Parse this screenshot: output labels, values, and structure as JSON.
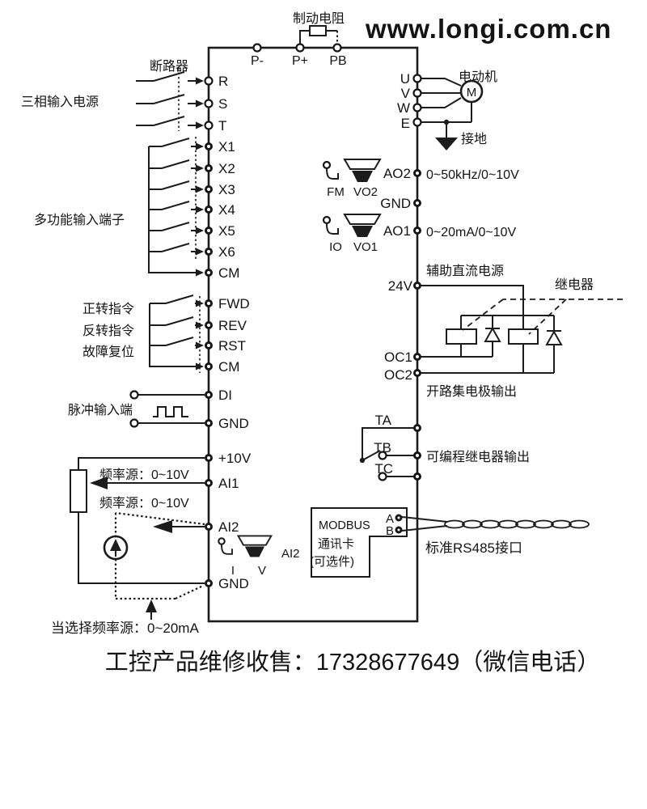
{
  "brake": {
    "label": "制动电阻",
    "p_minus": "P-",
    "p_plus": "P+",
    "pb": "PB"
  },
  "site": {
    "url": "www.longi.com.cn"
  },
  "input": {
    "breaker": "断路器",
    "source": "三相输入电源",
    "r": "R",
    "s": "S",
    "t": "T"
  },
  "multi": {
    "label": "多功能输入端子",
    "x1": "X1",
    "x2": "X2",
    "x3": "X3",
    "x4": "X4",
    "x5": "X5",
    "x6": "X6",
    "cm": "CM"
  },
  "cmd": {
    "fwd_label": "正转指令",
    "rev_label": "反转指令",
    "rst_label": "故障复位",
    "fwd": "FWD",
    "rev": "REV",
    "rst": "RST",
    "cm": "CM"
  },
  "pulse": {
    "label": "脉冲输入端",
    "di": "DI",
    "gnd": "GND"
  },
  "analog": {
    "p10": "+10V",
    "ai1": "AI1",
    "ai2": "AI2",
    "gnd": "GND",
    "src1": "频率源：0~10V",
    "src2": "频率源：0~10V",
    "note": "当选择频率源：0~20mA",
    "jumper_label": "AI2",
    "ji": "I",
    "jv": "V"
  },
  "motor": {
    "label": "电动机",
    "sym": "M",
    "ground": "接地",
    "u": "U",
    "v": "V",
    "w": "W",
    "e": "E"
  },
  "aout": {
    "ao2": "AO2",
    "gnd": "GND",
    "ao1": "AO1",
    "range2": "0~50kHz/0~10V",
    "range1": "0~20mA/0~10V",
    "fm": "FM",
    "vo2": "VO2",
    "io": "IO",
    "vo1": "VO1"
  },
  "relay": {
    "v24": "24V",
    "aux": "辅助直流电源",
    "name": "继电器",
    "oc1": "OC1",
    "oc2": "OC2",
    "out": "开路集电极输出"
  },
  "prog": {
    "ta": "TA",
    "tb": "TB",
    "tc": "TC",
    "label": "可编程继电器输出"
  },
  "comm": {
    "line1": "MODBUS",
    "line2": "通讯卡",
    "line3": "(可选件)",
    "a": "A",
    "b": "B",
    "rs": "标准RS485接口"
  },
  "footer": {
    "text": "工控产品维修收售：17328677649（微信电话）"
  },
  "colors": {
    "red": "#e03226"
  }
}
